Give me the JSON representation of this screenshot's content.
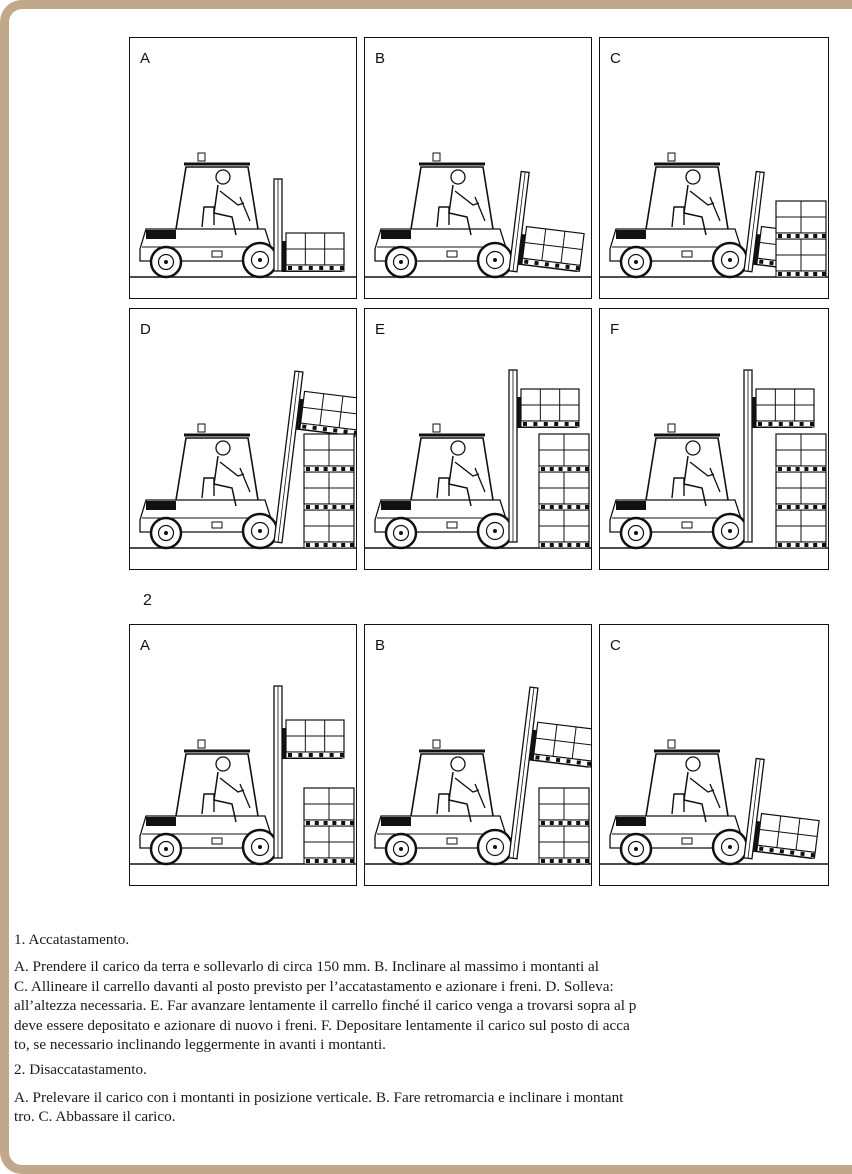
{
  "figure1": {
    "panels": [
      {
        "label": "A",
        "lift": 0,
        "tilt": 0,
        "load": "floor",
        "stack": 0
      },
      {
        "label": "B",
        "lift": 8,
        "tilt": 7,
        "load": "tilted",
        "stack": 0
      },
      {
        "label": "C",
        "lift": 8,
        "tilt": 7,
        "load": "tilted",
        "stack": 2
      },
      {
        "label": "D",
        "lift": 115,
        "tilt": 7,
        "load": "tilted",
        "stack": 3
      },
      {
        "label": "E",
        "lift": 115,
        "tilt": 0,
        "load": "level",
        "stack": 3
      },
      {
        "label": "F",
        "lift": 115,
        "tilt": 0,
        "load": "level",
        "stack": 3
      }
    ]
  },
  "figure2": {
    "label": "2",
    "panels": [
      {
        "label": "A",
        "lift": 100,
        "tilt": 0,
        "load": "level",
        "stack": 2
      },
      {
        "label": "B",
        "lift": 100,
        "tilt": 7,
        "load": "tilted",
        "stack": 2
      },
      {
        "label": "C",
        "lift": 8,
        "tilt": 7,
        "load": "tilted",
        "stack": 0
      }
    ]
  },
  "caption": {
    "heading1": "1. Accatastamento.",
    "para1_lines": [
      "A.  Prendere il carico da terra e sollevarlo di circa 150 mm.  B.  Inclinare al massimo i montanti al",
      "C. Allineare il carrello davanti al posto previsto per l’accatastamento e azionare i freni. D. Solleva:",
      "all’altezza necessaria. E. Far avanzare lentamente il carrello finché il carico venga a trovarsi sopra al p",
      "deve essere depositato e azionare di nuovo i freni. F. Depositare lentamente il carico sul posto di acca",
      "to, se necessario inclinando leggermente in avanti i montanti."
    ],
    "heading2": "2. Disaccatastamento.",
    "para2_lines": [
      "A. Prelevare il carico con i montanti in posizione verticale. B. Fare retromarcia e inclinare i montant",
      "tro. C. Abbassare il carico."
    ]
  },
  "colors": {
    "frame": "#c2a88a",
    "ink": "#111111"
  }
}
